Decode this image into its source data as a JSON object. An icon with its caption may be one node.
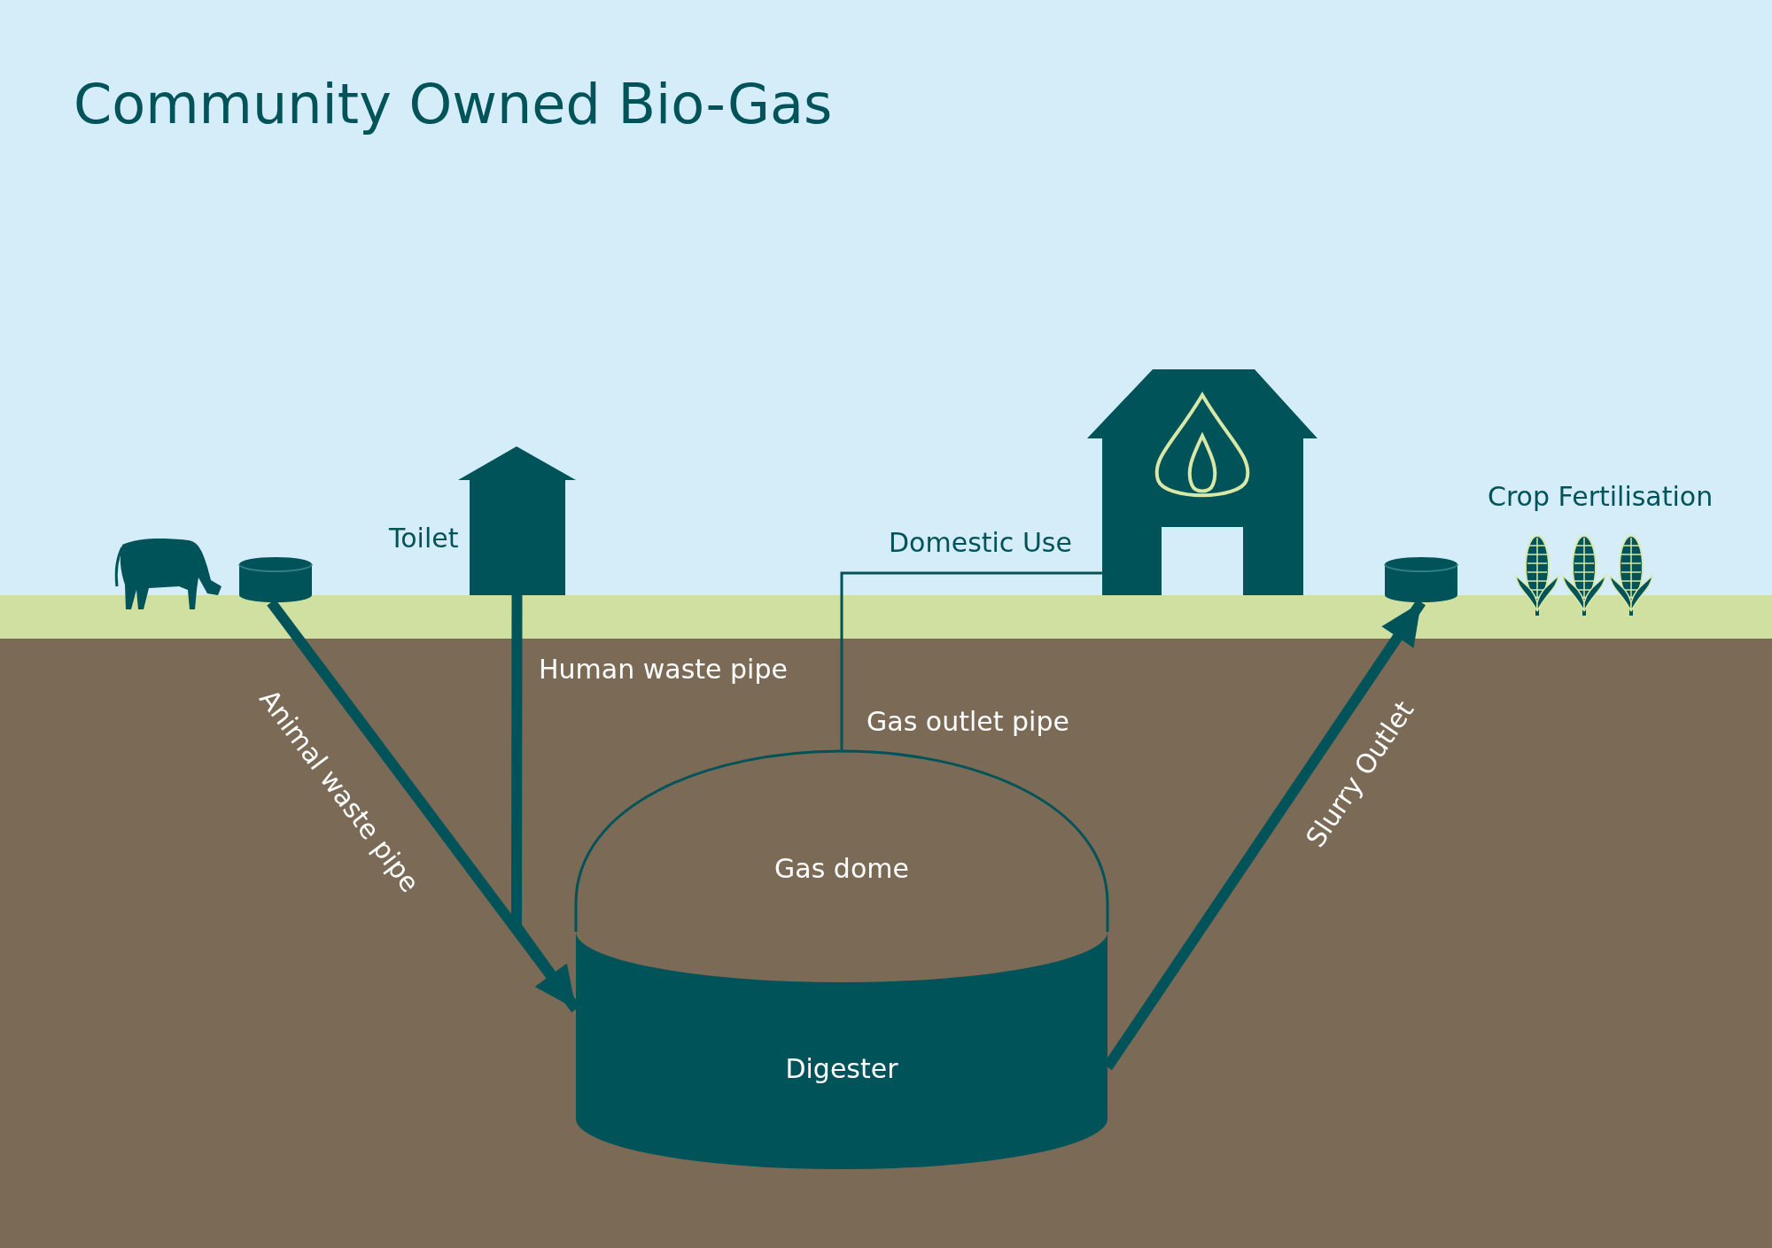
{
  "diagram": {
    "title": "Community Owned Bio-Gas",
    "nodes": [
      {
        "text": [],
        "shape": "cylinder"
      },
      {
        "text": [],
        "shape": "picture",
        "beside": [
          "Toilet"
        ]
      },
      {
        "text": [],
        "shape": "picture",
        "beside": [
          "Domestic Use"
        ]
      },
      {
        "text": [],
        "shape": "cylinder"
      },
      {
        "text": [
          "Gas dome",
          "Digester"
        ]
      }
    ],
    "edges": [
      {
        "from": 0,
        "to": 4,
        "arrow": "to",
        "label": "Animal waste pipe"
      },
      {
        "from": 1,
        "to": 4,
        "arrow": "to",
        "label": "Human waste pipe"
      },
      {
        "from": 4,
        "to": 2,
        "arrow": "none",
        "label": "Gas outlet pipe"
      },
      {
        "from": 4,
        "to": 3,
        "arrow": "to",
        "label": "Slurry Outlet"
      }
    ],
    "labels": [
      "Crop Fertilisation"
    ]
  }
}
